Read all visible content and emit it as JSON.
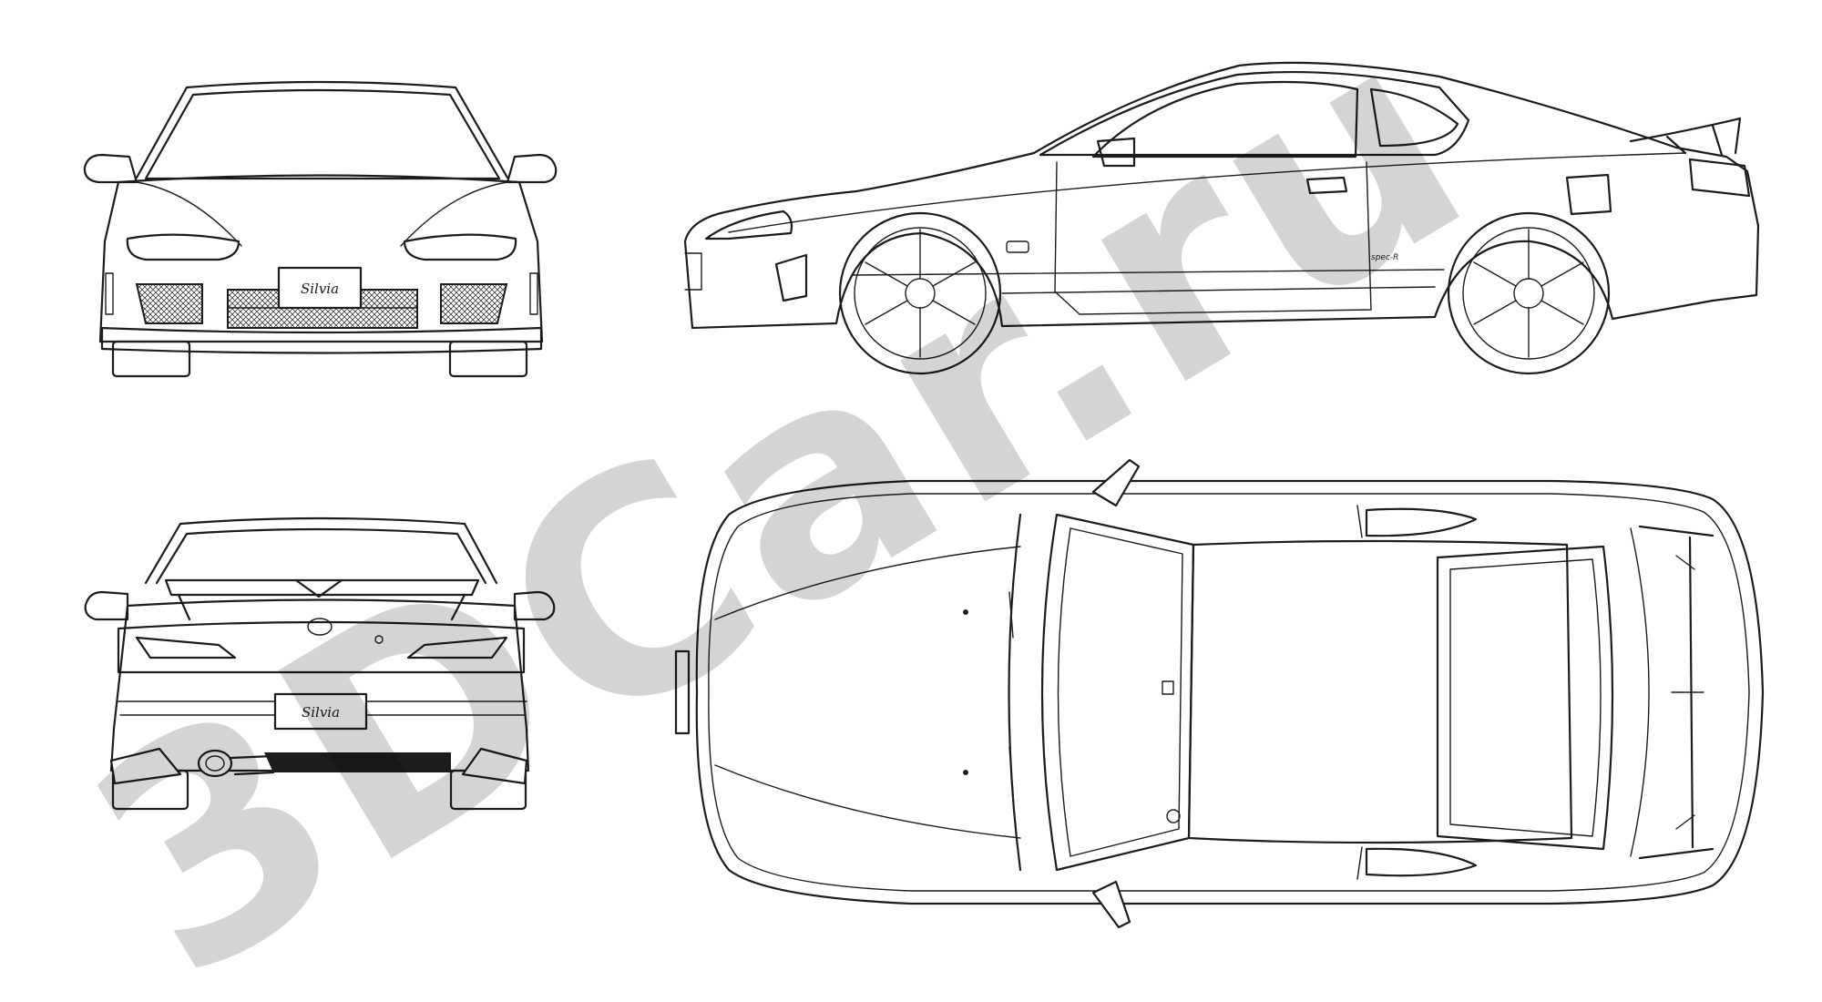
{
  "badges": {
    "front_plate": "Silvia",
    "rear_plate": "Silvia",
    "side_emblem": "spec-R"
  },
  "watermark": {
    "text": "3DCar.ru"
  },
  "colors": {
    "line": "#1c1c1c",
    "background": "#ffffff",
    "watermark": "#b0b0b0"
  }
}
